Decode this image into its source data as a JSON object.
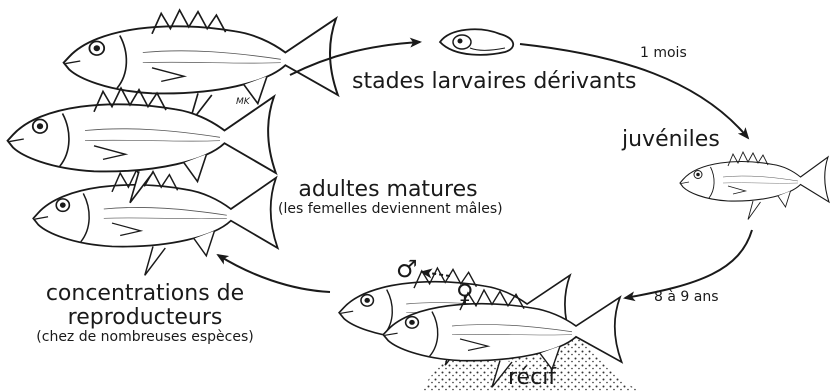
{
  "labels": {
    "larval": "stades larvaires dérivants",
    "one_month": "1 mois",
    "juveniles": "juvéniles",
    "years": "8 à 9 ans",
    "adults_title": "adultes matures",
    "adults_note": "(les femelles deviennent mâles)",
    "breeders_line1": "concentrations de",
    "breeders_line2": "reproducteurs",
    "breeders_note": "(chez de nombreuses espèces)",
    "reef": "récif",
    "male_symbol": "♂",
    "female_symbol": "♀",
    "signature": "MK"
  }
}
